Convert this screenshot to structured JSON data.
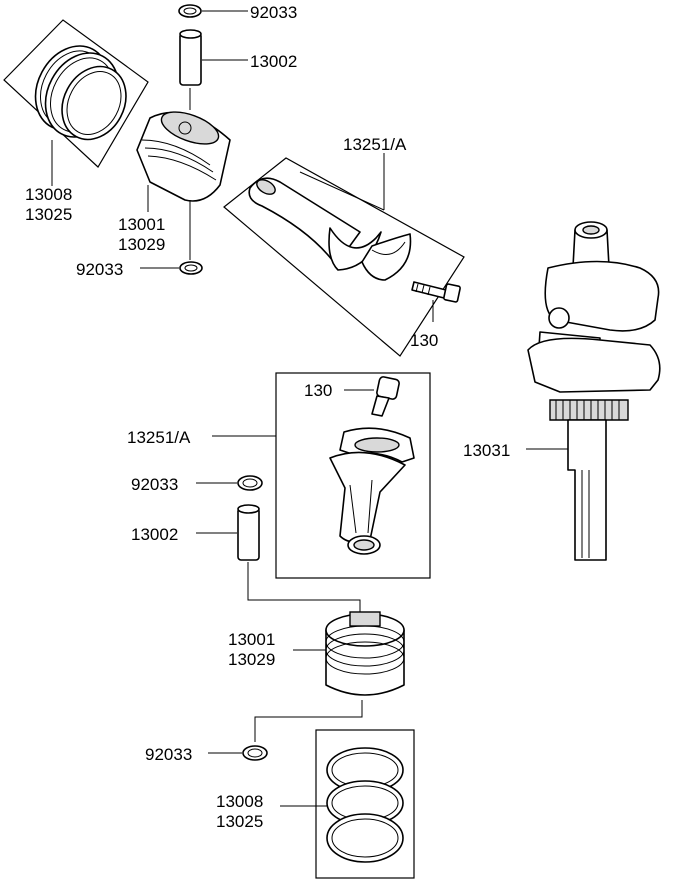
{
  "labels": {
    "top_clip": "92033",
    "top_pin": "13002",
    "top_rings_a": "13008",
    "top_rings_b": "13025",
    "top_piston_a": "13001",
    "top_piston_b": "13029",
    "top_lower_clip": "92033",
    "top_rod": "13251/A",
    "top_bolt": "130",
    "crankshaft": "13031",
    "bottom_bolt": "130",
    "bottom_rod": "13251/A",
    "bottom_clip": "92033",
    "bottom_pin": "13002",
    "bottom_piston_a": "13001",
    "bottom_piston_b": "13029",
    "bottom_lower_clip": "92033",
    "bottom_rings_a": "13008",
    "bottom_rings_b": "13025"
  }
}
